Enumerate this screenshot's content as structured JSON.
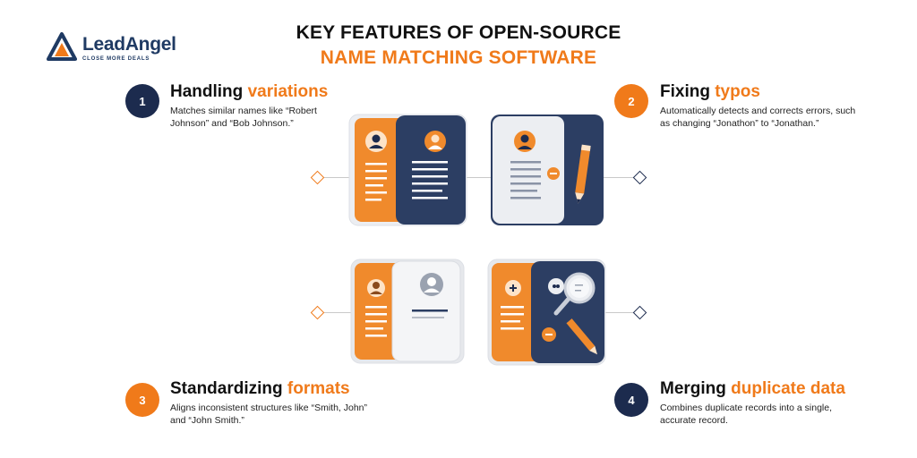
{
  "logo": {
    "name": "LeadAngel",
    "tagline": "CLOSE MORE DEALS"
  },
  "title": {
    "line1": "KEY FEATURES OF OPEN-SOURCE",
    "line2": "NAME MATCHING SOFTWARE"
  },
  "features": [
    {
      "number": "1",
      "title_plain": "Handling ",
      "title_highlight": "variations",
      "description": "Matches similar names like “Robert Johnson” and “Bob Johnson.”"
    },
    {
      "number": "2",
      "title_plain": "Fixing ",
      "title_highlight": "typos",
      "description": "Automatically detects and corrects errors, such as changing “Jonathon” to “Jonathan.”"
    },
    {
      "number": "3",
      "title_plain": "Standardizing ",
      "title_highlight": "formats",
      "description": "Aligns inconsistent structures like “Smith, John” and “John Smith.”"
    },
    {
      "number": "4",
      "title_plain": "Merging ",
      "title_highlight": "duplicate data",
      "description": "Combines duplicate records into a single, accurate record."
    }
  ],
  "colors": {
    "orange": "#f07a1a",
    "navy": "#1c2b4e",
    "card_light": "#eceef2"
  },
  "icons": [
    "leadangel-logo-icon",
    "profile-card-icon",
    "pencil-icon",
    "magnifier-icon"
  ]
}
